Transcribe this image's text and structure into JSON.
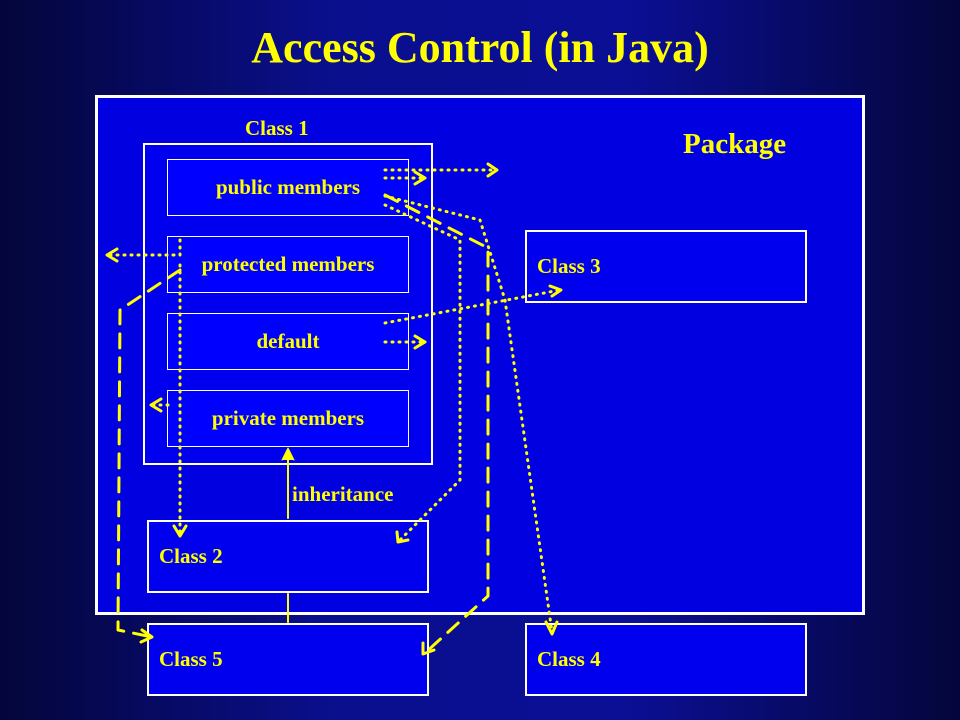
{
  "title": "Access Control (in Java)",
  "labels": {
    "class1": "Class 1",
    "package": "Package",
    "inheritance": "inheritance"
  },
  "members": {
    "public": "public members",
    "protected": "protected members",
    "default": "default",
    "private": "private members"
  },
  "classes": {
    "class2": "Class 2",
    "class3": "Class 3",
    "class4": "Class 4",
    "class5": "Class 5"
  },
  "colors": {
    "text": "#ffff00",
    "box_fill": "#0000ee",
    "border": "#ffffff",
    "arrow": "#ffff00"
  }
}
